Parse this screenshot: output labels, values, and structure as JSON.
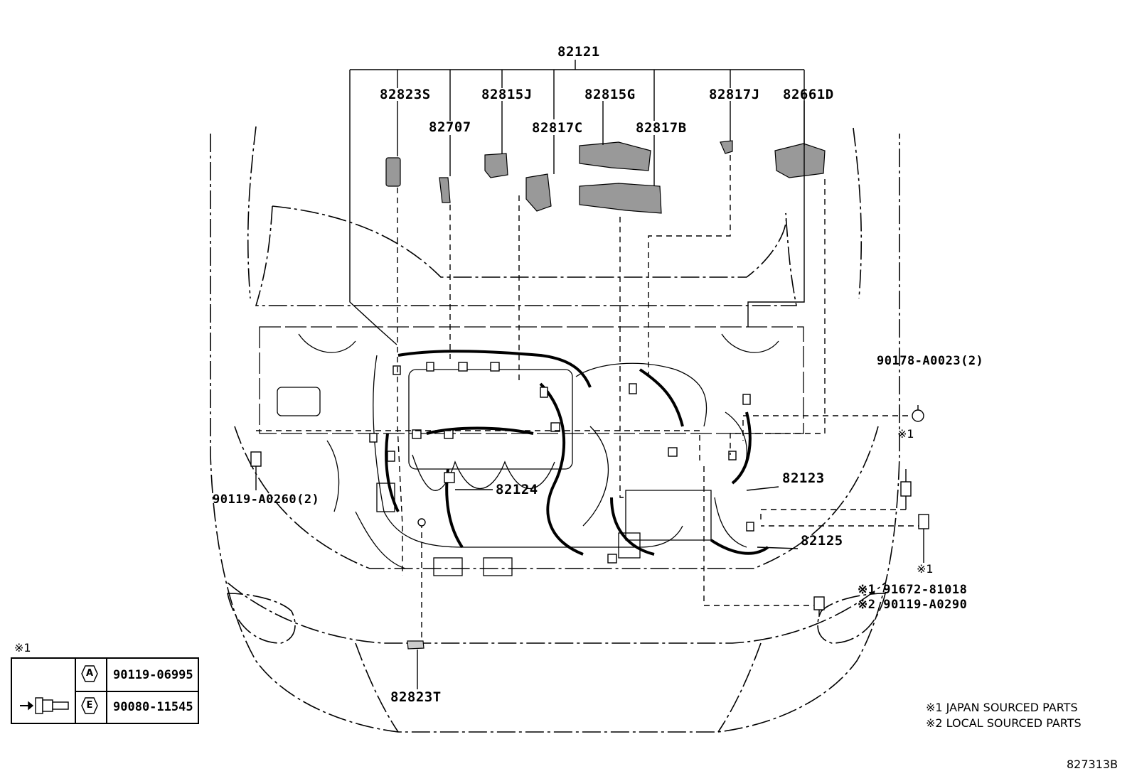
{
  "diagram_id": "827313B",
  "callouts": {
    "p82121": "82121",
    "p82823S": "82823S",
    "p82707": "82707",
    "p82815J": "82815J",
    "p82817C": "82817C",
    "p82815G": "82815G",
    "p82817B": "82817B",
    "p82817J": "82817J",
    "p82661D": "82661D",
    "p82124": "82124",
    "p82123": "82123",
    "p82125": "82125",
    "p82823T": "82823T",
    "p90178": "90178-A0023(2)",
    "p90119_left": "90119-A0260(2)",
    "mark1_a": "※1",
    "mark1_b": "※1",
    "bolt_note_1": "※1 91672-81018",
    "bolt_note_2": "※2 90119-A0290"
  },
  "legend": {
    "mark": "※1",
    "rows": [
      {
        "badge": "A",
        "part": "90119-06995"
      },
      {
        "badge": "E",
        "part": "90080-11545"
      }
    ]
  },
  "notes": {
    "japan": "※1 JAPAN SOURCED PARTS",
    "local": "※2 LOCAL SOURCED PARTS"
  }
}
